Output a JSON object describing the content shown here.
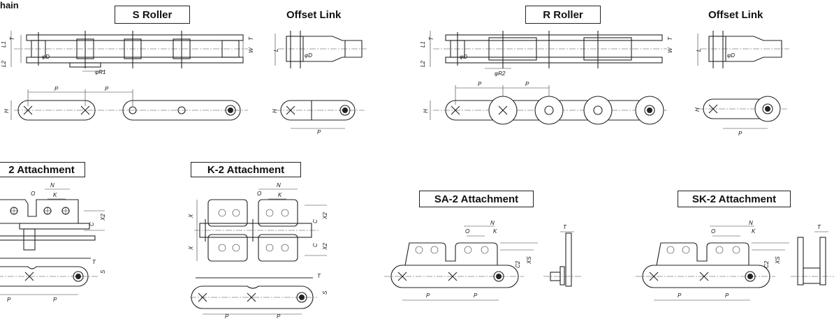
{
  "header": {
    "title_fragment": "hain"
  },
  "sections": {
    "s_roller": "S Roller",
    "offset_link_1": "Offset Link",
    "r_roller": "R Roller",
    "offset_link_2": "Offset Link",
    "a2_attachment": "2 Attachment",
    "k2_attachment": "K-2 Attachment",
    "sa2_attachment": "SA-2 Attachment",
    "sk2_attachment": "SK-2 Attachment"
  },
  "dims": {
    "T": "T",
    "L1": "L1",
    "L2": "L2",
    "W": "W",
    "L": "L",
    "H": "H",
    "P": "P",
    "phiD": "φD",
    "phiR1": "φR1",
    "phiR2": "φR2",
    "N": "N",
    "K": "K",
    "O": "O",
    "C": "C",
    "C2": "C2",
    "X": "X",
    "X2": "X2",
    "XS": "XS",
    "S": "S"
  },
  "colors": {
    "line": "#222222",
    "background": "#ffffff"
  }
}
